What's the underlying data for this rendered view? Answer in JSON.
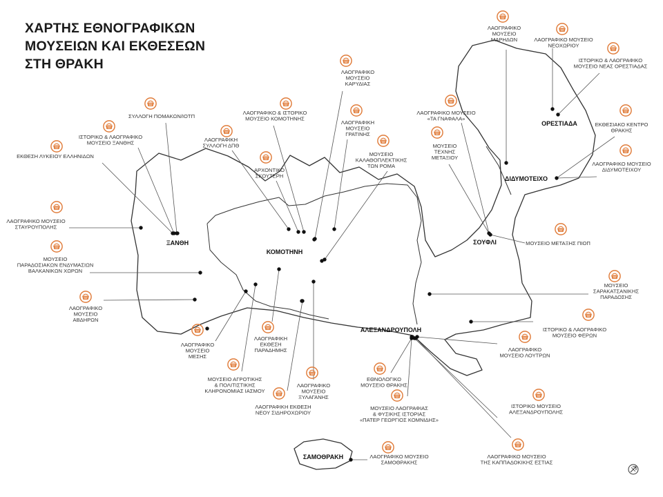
{
  "title_lines": [
    "ΧΑΡΤΗΣ ΕΘΝΟΓΡΑΦΙΚΩΝ",
    "ΜΟΥΣΕΙΩΝ ΚΑΙ ΕΚΘΕΣΕΩΝ",
    "ΣΤΗ ΘΡΑΚΗ"
  ],
  "colors": {
    "accent": "#e07b39",
    "outline": "#333333",
    "leader": "#555555"
  },
  "icon": "museum-basket-icon",
  "towns": [
    {
      "id": "xanthi",
      "name": "ΞΑΝΘΗ"
    },
    {
      "id": "komotini",
      "name": "ΚΟΜΟΤΗΝΗ"
    },
    {
      "id": "orestiada",
      "name": "ΟΡΕΣΤΙΑΔΑ"
    },
    {
      "id": "didymoteicho",
      "name": "ΔΙΔΥΜΟΤΕΙΧΟ"
    },
    {
      "id": "soufli",
      "name": "ΣΟΥΦΛΙ"
    },
    {
      "id": "alexandroupoli",
      "name": "ΑΛΕΞΑΝΔΡΟΥΠΟΛΗ"
    },
    {
      "id": "samothraki",
      "name": "ΣΑΜΟΘΡΑΚΗ"
    }
  ],
  "museums": [
    {
      "id": "pomakon",
      "lines": [
        "ΣΥΛΛΟΓΗ ΠΟΜΑΚΩΝ/ΙΟΤΠ"
      ]
    },
    {
      "id": "xanthi-hist",
      "lines": [
        "ΙΣΤΟΡΙΚΟ & ΛΑΟΓΡΑΦΙΚΟ",
        "ΜΟΥΣΕΙΟ ΞΑΝΘΗΣ"
      ]
    },
    {
      "id": "lykeio",
      "lines": [
        "ΕΚΘΕΣΗ ΛΥΚΕΙΟΥ ΕΛΛΗΝΙΔΩΝ"
      ]
    },
    {
      "id": "stavroupoli",
      "lines": [
        "ΛΑΟΓΡΑΦΙΚΟ ΜΟΥΣΕΙΟ",
        "ΣΤΑΥΡΟΥΠΟΛΗΣ"
      ]
    },
    {
      "id": "balkan-dress",
      "lines": [
        "ΜΟΥΣΕΙΟ",
        "ΠΑΡΑΔΟΣΙΑΚΩΝ ΕΝΔΥΜΑΣΙΩΝ",
        "ΒΑΛΚΑΝΙΚΩΝ ΧΩΡΩΝ"
      ]
    },
    {
      "id": "avdira",
      "lines": [
        "ΛΑΟΓΡΑΦΙΚΟ",
        "ΜΟΥΣΕΙΟ",
        "ΑΒΔΗΡΩΝ"
      ]
    },
    {
      "id": "dpth",
      "lines": [
        "ΛΑΟΓΡΑΦΙΚΗ",
        "ΣΥΛΛΟΓΗ ΔΠΘ"
      ]
    },
    {
      "id": "komotini-hist",
      "lines": [
        "ΛΑΟΓΡΑΦΙΚΟ & ΙΣΤΟΡΙΚΟ",
        "ΜΟΥΣΕΙΟ ΚΟΜΟΤΗΝΗΣ"
      ]
    },
    {
      "id": "skouteri",
      "lines": [
        "ΑΡΧΟΝΤΙΚΟ",
        "ΣΚΟΥΤΕΡΗ"
      ]
    },
    {
      "id": "karydia",
      "lines": [
        "ΛΑΟΓΡΑΦΙΚΟ",
        "ΜΟΥΣΕΙΟ",
        "ΚΑΡΥΔΙΑΣ"
      ]
    },
    {
      "id": "gratini",
      "lines": [
        "ΛΑΟΓΡΑΦΙΚΗ",
        "ΜΟΥΣΕΙΟ",
        "ΓΡΑΤΙΝΗΣ"
      ]
    },
    {
      "id": "roma",
      "lines": [
        "ΜΟΥΣΕΙΟ",
        "ΚΑΛΑΘΟΠΛΕΚΤΙΚΗΣ",
        "ΤΩΝ ΡΟΜΑ"
      ]
    },
    {
      "id": "mesi",
      "lines": [
        "ΛΑΟΓΡΑΦΙΚΟ",
        "ΜΟΥΣΕΙΟ",
        "ΜΕΣΗΣ"
      ]
    },
    {
      "id": "paradimi",
      "lines": [
        "ΛΑΟΓΡΑΦΙΚΗ",
        "ΕΚΘΕΣΗ",
        "ΠΑΡΑΔΗΜΗΣ"
      ]
    },
    {
      "id": "iasmos",
      "lines": [
        "ΜΟΥΣΕΙΟ ΑΓΡΟΤΙΚΗΣ",
        "& ΠΟΛΙΤΙΣΤΙΚΗΣ",
        "ΚΛΗΡΟΝΟΜΙΑΣ ΙΑΣΜΟΥ"
      ]
    },
    {
      "id": "sidirochori",
      "lines": [
        "ΛΑΟΓΡΑΦΙΚΗ ΕΚΘΕΣΗ",
        "ΝΕΟΥ ΣΙΔΗΡΟΧΩΡΙΟΥ"
      ]
    },
    {
      "id": "xylagani",
      "lines": [
        "ΛΑΟΓΡΑΦΙΚΟ",
        "ΜΟΥΣΕΙΟ",
        "ΞΥΛΑΓΑΝΗΣ"
      ]
    },
    {
      "id": "gnafala",
      "lines": [
        "ΛΑΟΓΡΑΦΙΚΟ ΜΟΥΣΕΙΟ",
        "«ΤΑ ΓΝΑΦΑΛΑ»"
      ]
    },
    {
      "id": "metaxi",
      "lines": [
        "ΜΟΥΣΕΙΟ",
        "ΤΕΧΝΗΣ",
        "ΜΕΤΑΞΙΟΥ"
      ]
    },
    {
      "id": "marasia",
      "lines": [
        "ΛΑΟΓΡΑΦΙΚΟ",
        "ΜΟΥΣΕΙΟ",
        "ΜΑΡΗΔΩΝ"
      ]
    },
    {
      "id": "neochori",
      "lines": [
        "ΛΑΟΓΡΑΦΙΚΟ ΜΟΥΣΕΙΟ",
        "ΝΕΟΧΩΡΙΟΥ"
      ]
    },
    {
      "id": "nea-orestiada",
      "lines": [
        "ΙΣΤΟΡΙΚΟ & ΛΑΟΓΡΑΦΙΚΟ",
        "ΜΟΥΣΕΙΟ ΝΕΑΣ ΟΡΕΣΤΙΑΔΑΣ"
      ]
    },
    {
      "id": "ekthesiako",
      "lines": [
        "ΕΚΘΕΣΙΑΚΟ ΚΕΝΤΡΟ",
        "ΘΡΑΚΗΣ"
      ]
    },
    {
      "id": "didymoteicho-mus",
      "lines": [
        "ΛΑΟΓΡΑΦΙΚΟ ΜΟΥΣΕΙΟ",
        "ΔΙΔΥΜΟΤΕΙΧΟΥ"
      ]
    },
    {
      "id": "metaxis-piop",
      "lines": [
        "ΜΟΥΣΕΙΟ ΜΕΤΑΞΗΣ ΠΙΟΠ"
      ]
    },
    {
      "id": "sarakatsan",
      "lines": [
        "ΜΟΥΣΕΙΟ",
        "ΣΑΡΑΚΑΤΣΑΝΙΚΗΣ",
        "ΠΑΡΑΔΟΣΗΣ"
      ]
    },
    {
      "id": "feres",
      "lines": [
        "ΙΣΤΟΡΙΚΟ & ΛΑΟΓΡΑΦΙΚΟ",
        "ΜΟΥΣΕΙΟ ΦΕΡΩΝ"
      ]
    },
    {
      "id": "loutra",
      "lines": [
        "ΛΑΟΓΡΑΦΙΚΟ",
        "ΜΟΥΣΕΙΟ ΛΟΥΤΡΩΝ"
      ]
    },
    {
      "id": "ethnological",
      "lines": [
        "ΕΘΝΟΛΟΓΙΚΟ",
        "ΜΟΥΣΕΙΟ ΘΡΑΚΗΣ"
      ]
    },
    {
      "id": "komnidis",
      "lines": [
        "ΜΟΥΣΕΙΟ ΛΑΟΓΡΑΦΙΑΣ",
        "& ΦΥΣΙΚΗΣ ΙΣΤΟΡΙΑΣ",
        "«ΠΑΤΕΡ ΓΕΩΡΓΙΟΣ ΚΟΜΝΙΔΗΣ»"
      ]
    },
    {
      "id": "alex-hist",
      "lines": [
        "ΙΣΤΟΡΙΚΟ ΜΟΥΣΕΙΟ",
        "ΑΛΕΞΑΝΔΡΟΥΠΟΛΗΣ"
      ]
    },
    {
      "id": "kappadokia",
      "lines": [
        "ΛΑΟΓΡΑΦΙΚΟ ΜΟΥΣΕΙΟ",
        "ΤΗΣ ΚΑΠΠΑΔΟΚΙΚΗΣ ΕΣΤΙΑΣ"
      ]
    },
    {
      "id": "samothraki-mus",
      "lines": [
        "ΛΑΟΓΡΑΦΙΚΟ ΜΟΥΣΕΙΟ",
        "ΣΑΜΟΘΡΑΚΗΣ"
      ]
    }
  ]
}
